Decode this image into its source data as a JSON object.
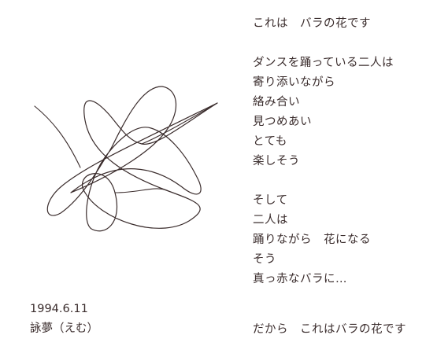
{
  "poem": {
    "title_line": "これは　バラの花です",
    "stanza1": [
      "ダンスを踊っている二人は",
      "寄り添いながら",
      "絡み合い",
      "見つめあい",
      "とても",
      "楽しそう"
    ],
    "stanza2": [
      "そして",
      "二人は",
      "踊りながら　花になる",
      "そう",
      "真っ赤なバラに…"
    ],
    "closing_line": "だから　これはバラの花です"
  },
  "signature": {
    "date": "1994.6.11",
    "author": "詠夢（えむ）"
  },
  "drawing": {
    "subject": "rose-scribble",
    "stroke_color": "#3a2c2c"
  }
}
